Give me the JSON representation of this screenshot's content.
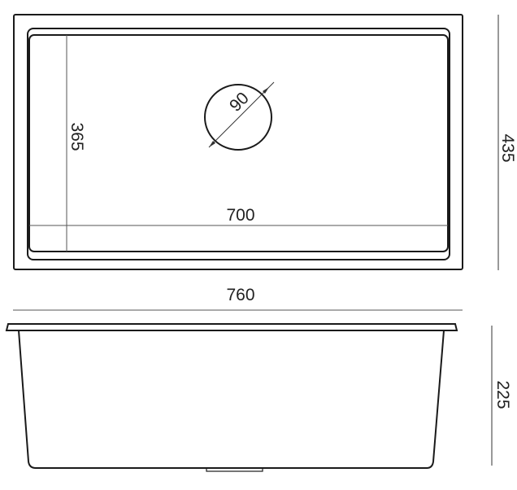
{
  "top_view": {
    "drain_diameter": "90",
    "inner_depth": "365",
    "inner_width": "700",
    "outer_depth": "435"
  },
  "side_view": {
    "outer_width": "760",
    "height": "225"
  },
  "colors": {
    "line": "#1a1a1a",
    "dim_line": "#555555"
  }
}
